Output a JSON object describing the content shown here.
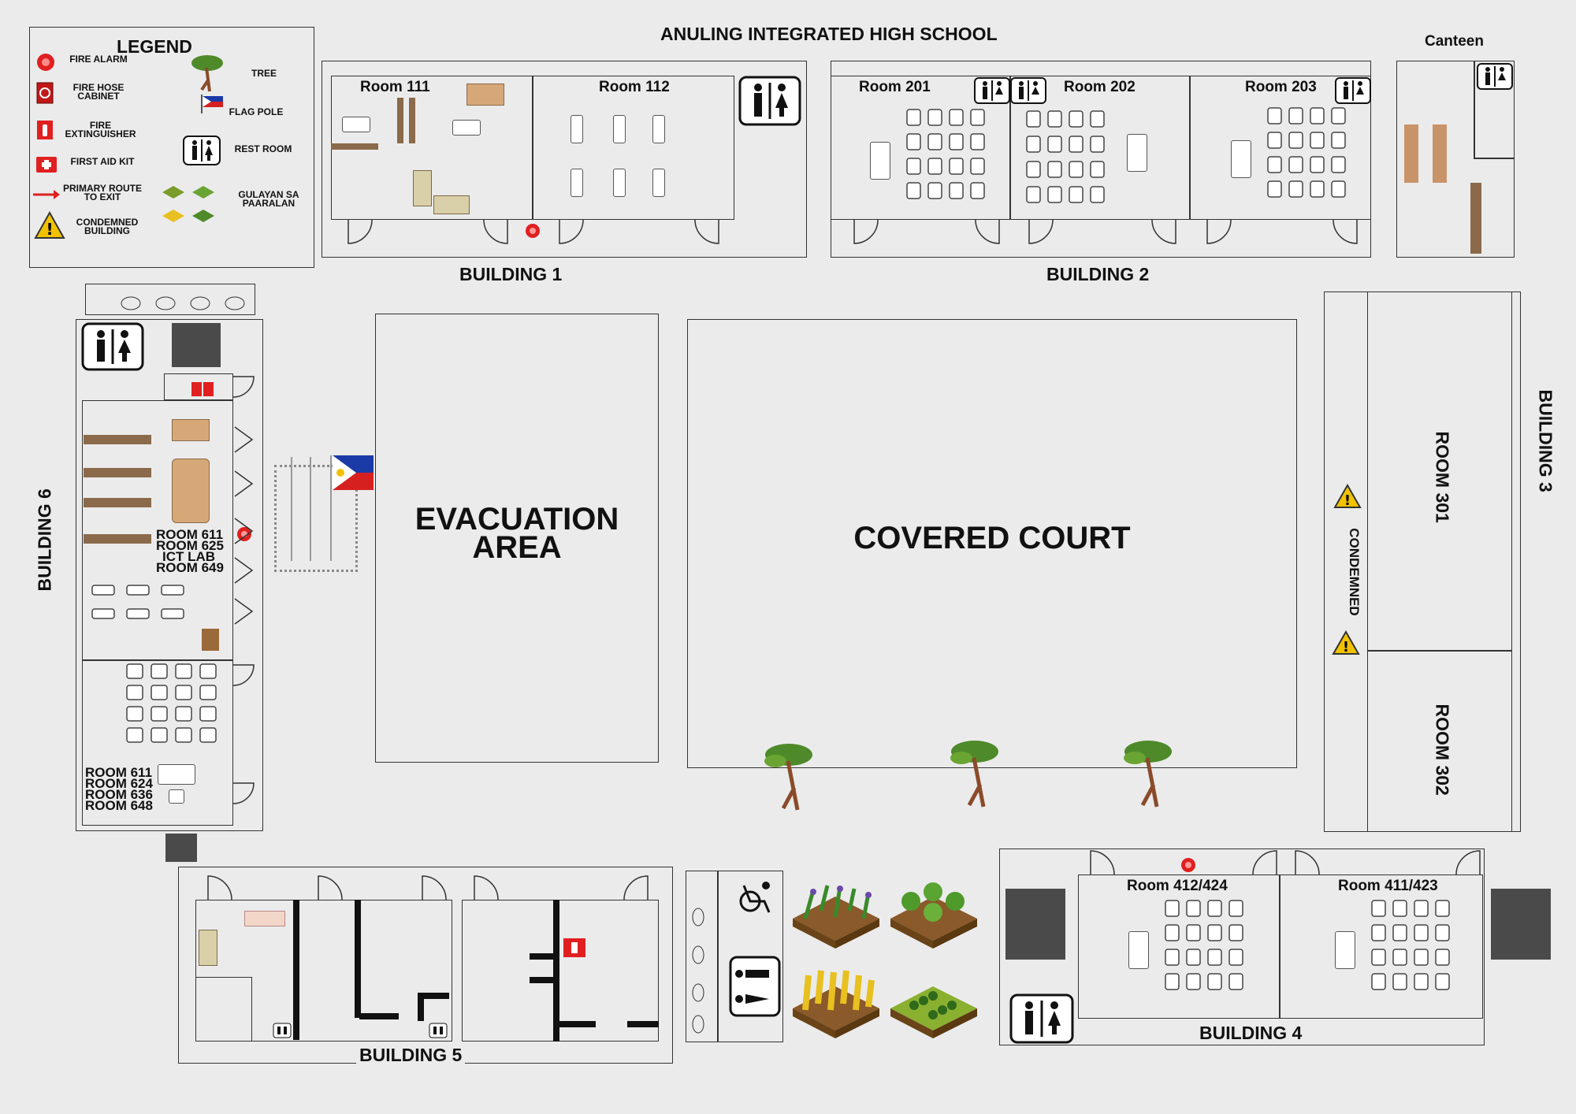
{
  "title": "ANULING INTEGRATED HIGH SCHOOL",
  "legend": {
    "heading": "LEGEND",
    "fire_alarm": "FIRE ALARM",
    "fire_hose": "FIRE HOSE CABINET",
    "fire_ext": "FIRE EXTINGUISHER",
    "first_aid": "FIRST AID KIT",
    "primary_route": "PRIMARY ROUTE TO EXIT",
    "condemned": "CONDEMNED BUILDING",
    "tree": "TREE",
    "flag_pole": "FLAG POLE",
    "rest_room": "REST ROOM",
    "gulayan": "GULAYAN SA PAARALAN"
  },
  "building1": {
    "name": "BUILDING 1",
    "room111": "Room 111",
    "room112": "Room 112"
  },
  "building2": {
    "name": "BUILDING 2",
    "room201": "Room 201",
    "room202": "Room 202",
    "room203": "Room 203"
  },
  "canteen": "Canteen",
  "building3": {
    "name": "BUILDING 3",
    "room301": "ROOM 301",
    "room302": "ROOM 302",
    "condemned": "CONDEMNED"
  },
  "building4": {
    "name": "BUILDING 4",
    "room412": "Room 412/424",
    "room411": "Room 411/423"
  },
  "building5": {
    "name": "BUILDING 5"
  },
  "building6": {
    "name": "BUILDING 6",
    "upper_rooms": [
      "ROOM 611",
      "ROOM 625",
      "ICT LAB",
      "ROOM 649"
    ],
    "lower_rooms": [
      "ROOM 611",
      "ROOM 624",
      "ROOM 636",
      "ROOM 648"
    ]
  },
  "evacuation": [
    "EVACUATION",
    "AREA"
  ],
  "covered_court": "COVERED COURT",
  "colors": {
    "background": "#ebebeb",
    "line": "#333333",
    "fire_red": "#e02020",
    "wood": "#c9936a",
    "warning": "#f2c200"
  }
}
